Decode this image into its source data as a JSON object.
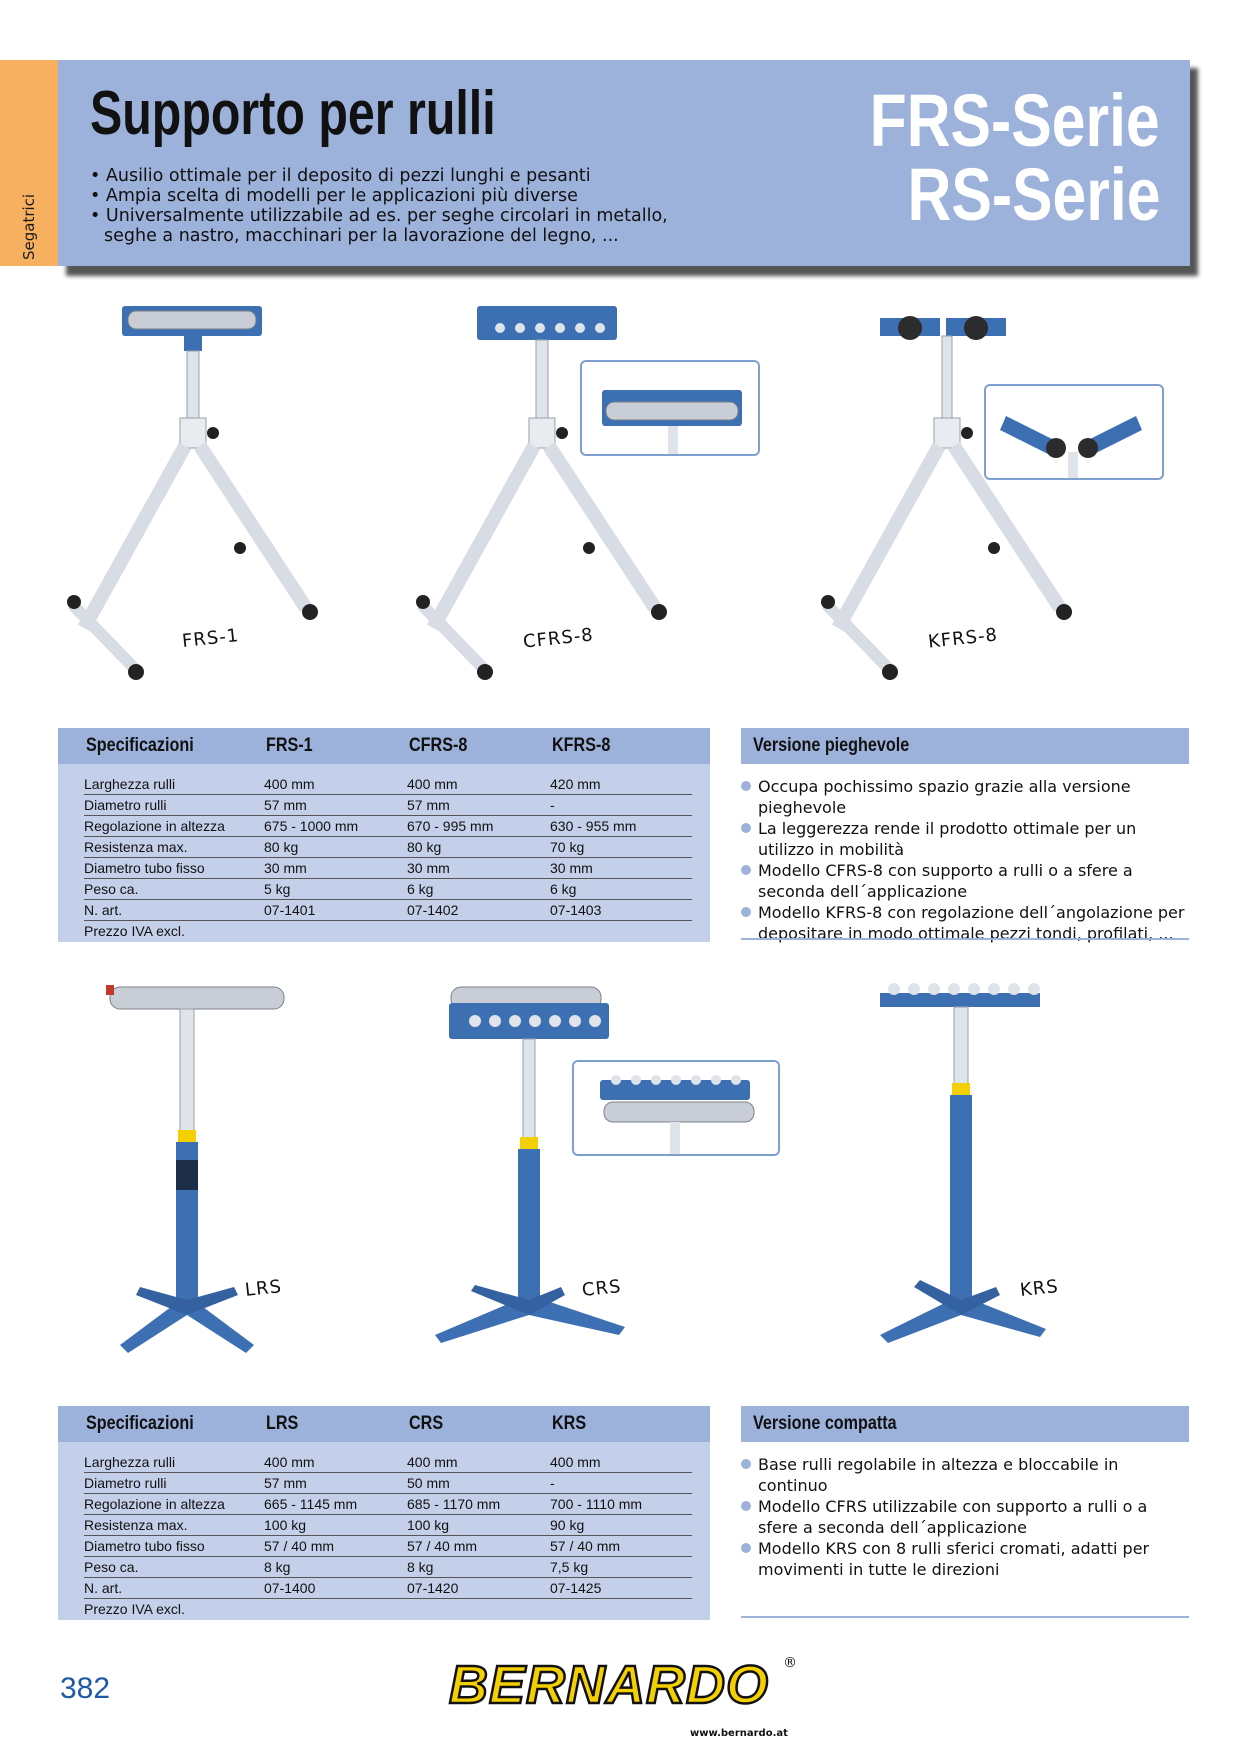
{
  "side_tab": "Segatrici",
  "header": {
    "title": "Supporto per rulli",
    "bullets": [
      "• Ausilio ottimale per il deposito di pezzi lunghi e pesanti",
      "• Ampia scelta di modelli per le applicazioni più diverse",
      "• Universalmente utilizzabile ad es. per seghe circolari in metallo, seghe a nastro, macchinari per la lavorazione del legno, ..."
    ],
    "series_1": "FRS-Serie",
    "series_2": "RS-Serie"
  },
  "products_top": [
    "FRS-1",
    "CFRS-8",
    "KFRS-8"
  ],
  "products_bottom": [
    "LRS",
    "CRS",
    "KRS"
  ],
  "spec_top": {
    "headers": [
      "Specificazioni",
      "FRS-1",
      "CFRS-8",
      "KFRS-8"
    ],
    "rows": [
      [
        "Larghezza rulli",
        "400 mm",
        "400 mm",
        "420 mm"
      ],
      [
        "Diametro rulli",
        "57 mm",
        "57 mm",
        "-"
      ],
      [
        "Regolazione in altezza",
        "675 - 1000 mm",
        "670 - 995 mm",
        "630 - 955 mm"
      ],
      [
        "Resistenza max.",
        "80 kg",
        "80 kg",
        "70 kg"
      ],
      [
        "Diametro tubo fisso",
        "30 mm",
        "30 mm",
        "30 mm"
      ],
      [
        "Peso ca.",
        "5 kg",
        "6 kg",
        "6 kg"
      ],
      [
        "N. art.",
        "07-1401",
        "07-1402",
        "07-1403"
      ],
      [
        "Prezzo IVA excl.",
        "",
        "",
        ""
      ]
    ]
  },
  "info_top": {
    "title": "Versione pieghevole",
    "items": [
      "Occupa pochissimo spazio grazie alla versione pieghevole",
      "La leggerezza rende il prodotto ottimale per un utilizzo in mobilità",
      "Modello CFRS-8 con supporto a rulli o a sfere a seconda dell´applicazione",
      "Modello KFRS-8 con regolazione dell´angolazione per depositare in modo ottimale pezzi tondi, profilati, ..."
    ]
  },
  "spec_bottom": {
    "headers": [
      "Specificazioni",
      "LRS",
      "CRS",
      "KRS"
    ],
    "rows": [
      [
        "Larghezza rulli",
        "400 mm",
        "400 mm",
        "400 mm"
      ],
      [
        "Diametro rulli",
        "57 mm",
        "50 mm",
        "-"
      ],
      [
        "Regolazione in altezza",
        "665 - 1145 mm",
        "685 - 1170 mm",
        "700 - 1110 mm"
      ],
      [
        "Resistenza max.",
        "100 kg",
        "100 kg",
        "90 kg"
      ],
      [
        "Diametro tubo fisso",
        "57 / 40 mm",
        "57 / 40 mm",
        "57 / 40 mm"
      ],
      [
        "Peso ca.",
        "8 kg",
        "8 kg",
        "7,5 kg"
      ],
      [
        "N. art.",
        "07-1400",
        "07-1420",
        "07-1425"
      ],
      [
        "Prezzo IVA excl.",
        "",
        "",
        ""
      ]
    ]
  },
  "info_bottom": {
    "title": "Versione compatta",
    "items": [
      "Base rulli regolabile in altezza e bloccabile in continuo",
      "Modello CFRS utilizzabile con supporto a rulli o a sfere a seconda dell´applicazione",
      "Modello KRS con 8 rulli sferici cromati, adatti per movimenti in tutte le direzioni"
    ]
  },
  "footer": {
    "page_number": "382",
    "logo": "BERNARDO",
    "registered": "®",
    "url": "www.bernardo.at"
  },
  "colors": {
    "banner": "#9db2db",
    "table_bg": "#c4d0e9",
    "side_tab": "#f6b05f",
    "product_blue": "#3d6fb3",
    "logo_yellow": "#f5d000"
  }
}
